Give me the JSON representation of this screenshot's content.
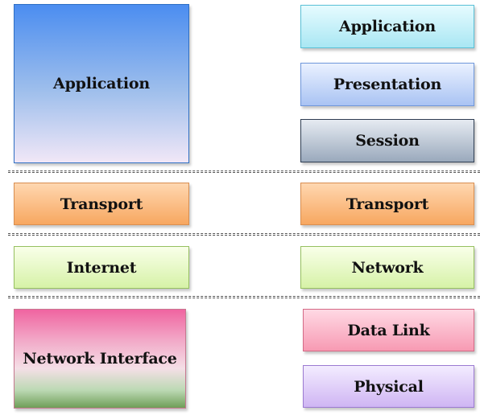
{
  "tcp_ip_layers": {
    "application": "Application",
    "transport": "Transport",
    "internet": "Internet",
    "network_interface": "Network Interface"
  },
  "osi_layers": {
    "application": "Application",
    "presentation": "Presentation",
    "session": "Session",
    "transport": "Transport",
    "network": "Network",
    "data_link": "Data Link",
    "physical": "Physical"
  },
  "colors": {
    "application_tcp": "#4b8df0",
    "transport": "#f7a760",
    "internet_network": "#d6f2a7",
    "network_interface_top": "#f064a0",
    "network_interface_bottom": "#6f9e58",
    "osi_application": "#a9e7f3",
    "osi_presentation": "#a9c3f3",
    "osi_session": "#9aa9bc",
    "osi_data_link": "#f79ab3",
    "osi_physical": "#cfb5f3"
  }
}
